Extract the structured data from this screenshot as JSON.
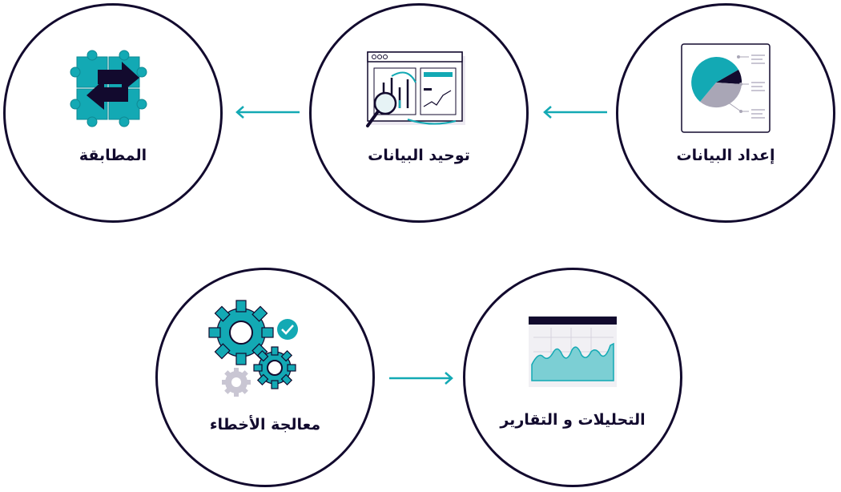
{
  "steps": [
    {
      "label": "إعداد البيانات",
      "icon": "pie-chart-report-icon"
    },
    {
      "label": "توحيد البيانات",
      "icon": "dashboard-magnifier-icon"
    },
    {
      "label": "المطابقة",
      "icon": "puzzle-arrows-icon"
    },
    {
      "label": "معالجة الأخطاء",
      "icon": "gears-check-icon"
    },
    {
      "label": "التحليلات و التقارير",
      "icon": "area-chart-window-icon"
    }
  ],
  "colors": {
    "accent": "#13a9b4",
    "outline": "#120a2e",
    "gray": "#a9a6b6"
  }
}
